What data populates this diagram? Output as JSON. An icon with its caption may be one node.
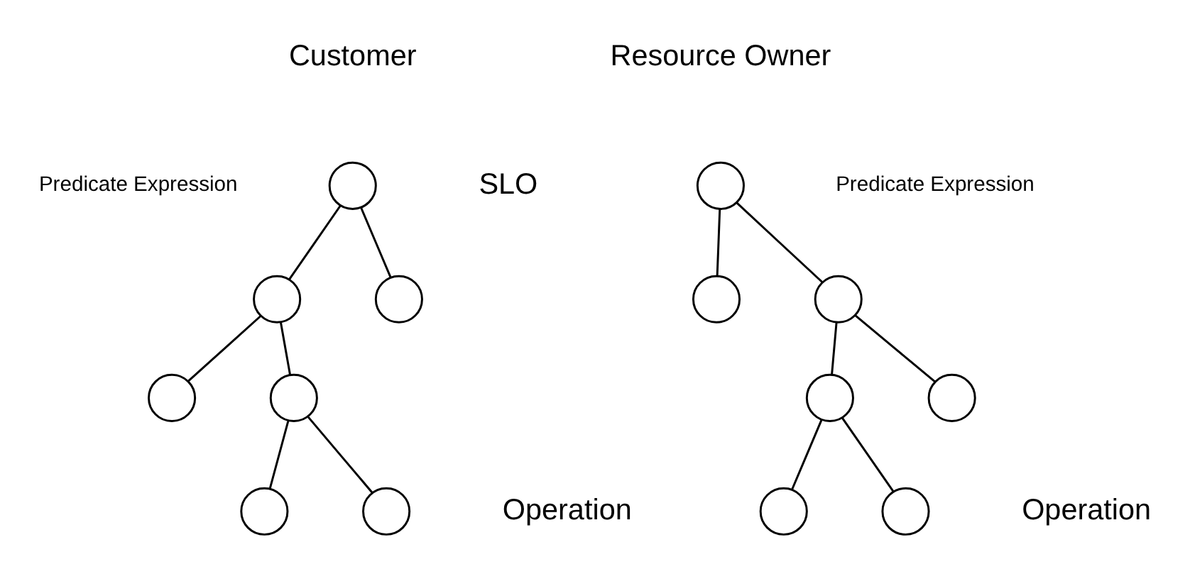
{
  "diagram": {
    "nodes": [
      {
        "text": [],
        "shape": "circle",
        "beside": [
          "SLO"
        ]
      },
      {
        "text": [],
        "shape": "circle"
      },
      {
        "text": [],
        "shape": "circle"
      },
      {
        "text": [],
        "shape": "circle"
      },
      {
        "text": [],
        "shape": "circle"
      },
      {
        "text": [],
        "shape": "circle"
      },
      {
        "text": [],
        "shape": "circle",
        "beside": [
          "Operation"
        ]
      },
      {
        "text": [],
        "shape": "circle"
      },
      {
        "text": [],
        "shape": "circle"
      },
      {
        "text": [],
        "shape": "circle"
      },
      {
        "text": [],
        "shape": "circle"
      },
      {
        "text": [],
        "shape": "circle"
      },
      {
        "text": [],
        "shape": "circle"
      },
      {
        "text": [],
        "shape": "circle",
        "beside": [
          "Operation"
        ]
      }
    ],
    "edges": [
      {
        "from": 0,
        "to": 1,
        "arrow": "none"
      },
      {
        "from": 0,
        "to": 2,
        "arrow": "none"
      },
      {
        "from": 1,
        "to": 3,
        "arrow": "none"
      },
      {
        "from": 1,
        "to": 4,
        "arrow": "none"
      },
      {
        "from": 4,
        "to": 5,
        "arrow": "none"
      },
      {
        "from": 4,
        "to": 6,
        "arrow": "none"
      },
      {
        "from": 7,
        "to": 8,
        "arrow": "none"
      },
      {
        "from": 7,
        "to": 9,
        "arrow": "none"
      },
      {
        "from": 9,
        "to": 10,
        "arrow": "none"
      },
      {
        "from": 9,
        "to": 11,
        "arrow": "none"
      },
      {
        "from": 10,
        "to": 12,
        "arrow": "none"
      },
      {
        "from": 10,
        "to": 13,
        "arrow": "none"
      }
    ],
    "labels": [
      "Customer",
      "Resource Owner",
      "Predicate Expression",
      "Predicate Expression"
    ]
  }
}
